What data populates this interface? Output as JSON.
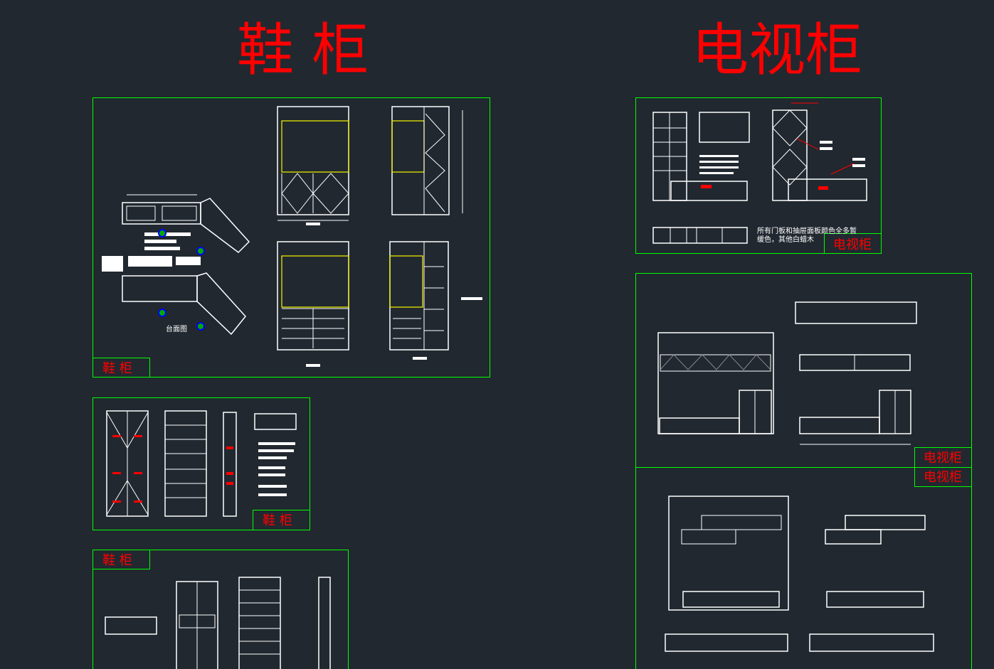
{
  "titles": {
    "shoe_cabinet": "鞋 柜",
    "tv_cabinet": "电视柜"
  },
  "sheets": {
    "shoe_1": "鞋 柜",
    "shoe_2": "鞋 柜",
    "shoe_3": "鞋 柜",
    "tv_1": "电视柜",
    "tv_2": "电视柜",
    "tv_3": "电视柜"
  },
  "annotations": {
    "plan_label": "台面图",
    "tv_note_line1": "所有门板和抽屉面板颜色全多暂",
    "tv_note_line2": "缓色，其他白蜡木"
  },
  "colors": {
    "background": "#212830",
    "frame": "#00ff00",
    "title": "#ff0000",
    "line": "#ffffff",
    "glass": "#e8e800"
  }
}
